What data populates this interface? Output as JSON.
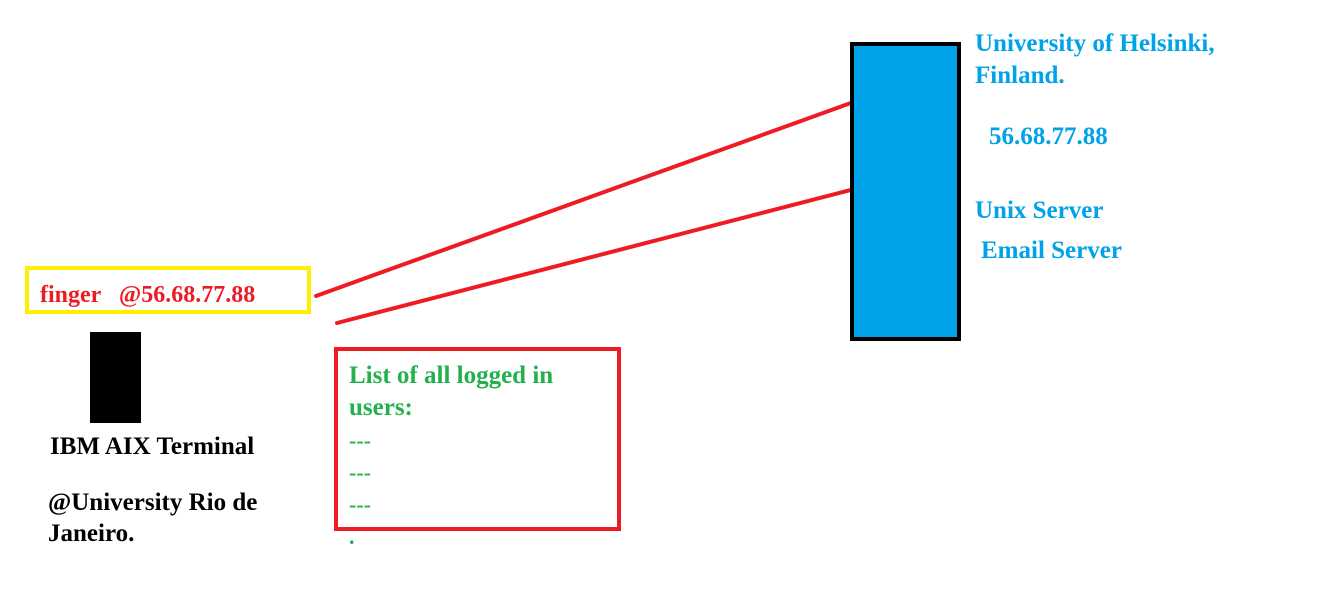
{
  "command": {
    "text": "finger   @56.68.77.88"
  },
  "terminal": {
    "name": "IBM AIX Terminal",
    "location": "@University Rio de Janeiro."
  },
  "results": {
    "title": "List of all logged in users:",
    "lines": [
      "---",
      "---",
      "---",
      "."
    ]
  },
  "server": {
    "name": "University of Helsinki, Finland.",
    "ip": "56.68.77.88",
    "role_unix": "Unix Server",
    "role_email": "Email Server"
  },
  "colors": {
    "command_text": "#ed1c24",
    "command_border": "#ffee00",
    "results_border": "#ed1c24",
    "results_text": "#22b14c",
    "server_fill": "#00a2e8",
    "server_border": "#000000",
    "server_text": "#00a2e8",
    "connector": "#ed1c24",
    "terminal": "#000000"
  }
}
